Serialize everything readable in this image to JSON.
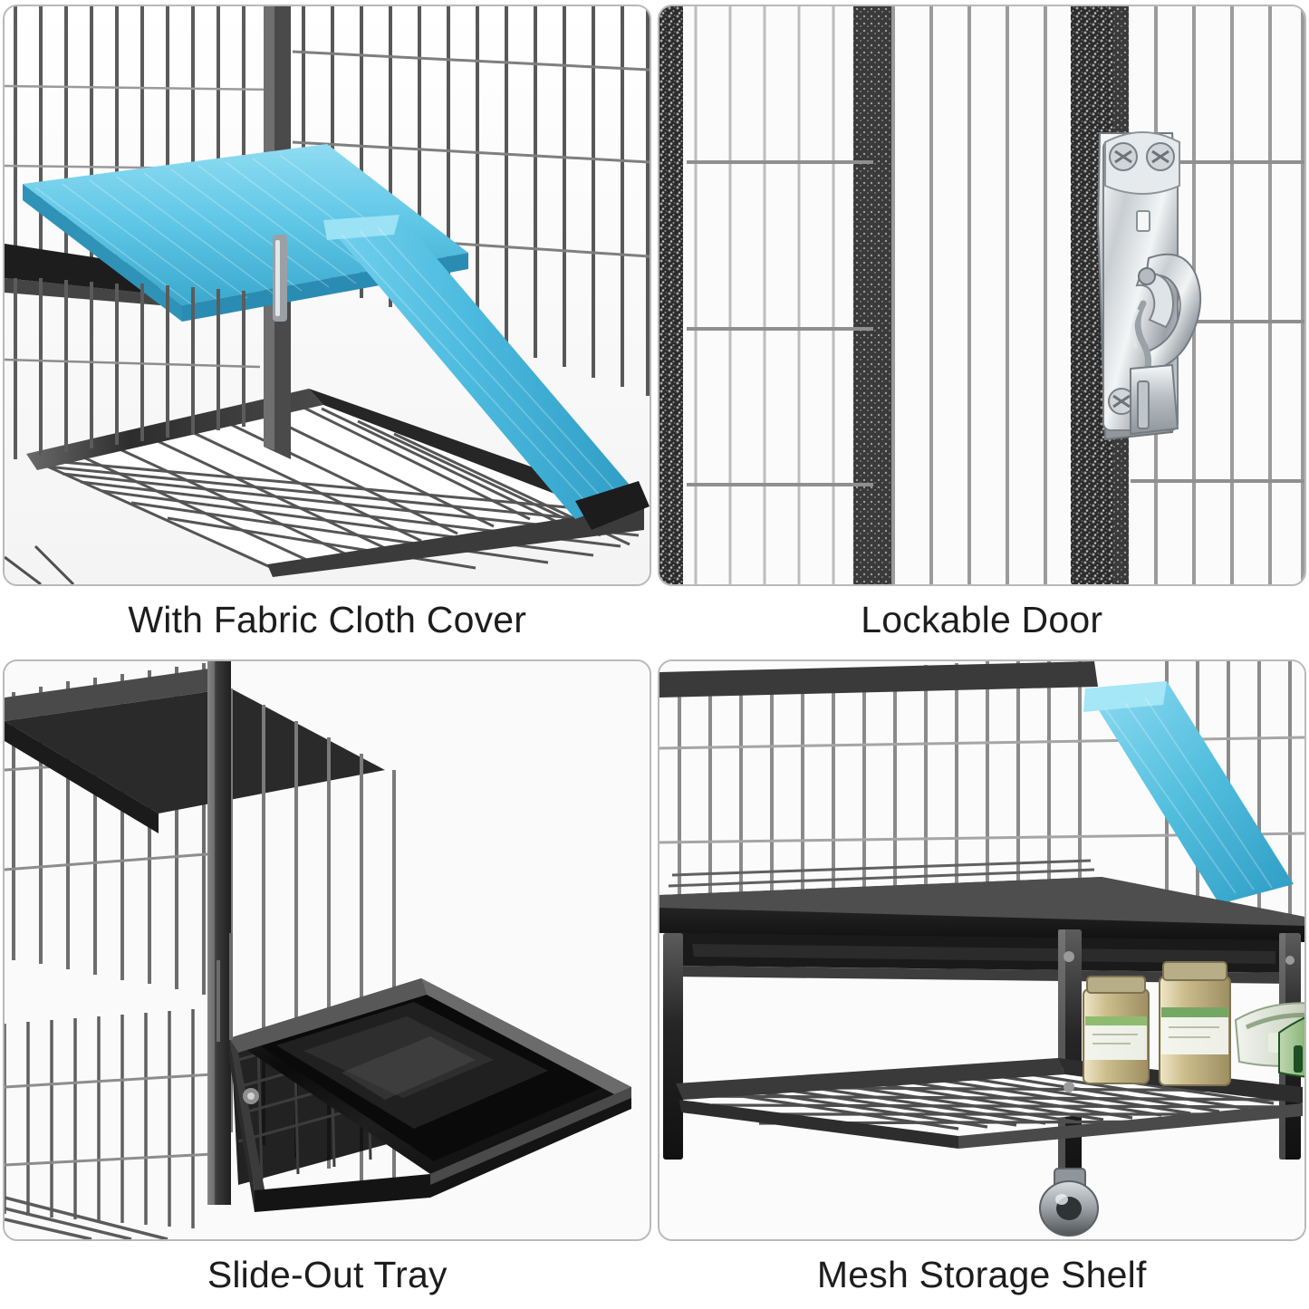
{
  "page": {
    "layout": "2x2 product feature collage",
    "background_color": "#ffffff",
    "border_color": "#b9b9b9"
  },
  "panels": [
    {
      "id": "panel-fabric-cloth-cover",
      "caption": "With Fabric Cloth Cover",
      "scene": "close-up of a wire pet cage corner with a light blue fabric-covered platform shelf and a blue fabric-covered ramp leading down to the mesh floor",
      "colors": {
        "fabric": "#5ec8e8",
        "cage": "#3a3a3a",
        "tray": "#1a1a1a"
      }
    },
    {
      "id": "panel-lockable-door",
      "caption": "Lockable Door",
      "scene": "close-up of a chrome latch lock mechanism mounted on the speckled hammertone black cage door frame",
      "colors": {
        "latch": "#d5d8dc",
        "frame": "#2e2e2e",
        "speckle": "#8c8c8c"
      }
    },
    {
      "id": "panel-slide-out-tray",
      "caption": "Slide-Out Tray",
      "scene": "black glossy plastic slide-out tray pulled partway out from the bottom of the wire cage",
      "colors": {
        "tray": "#0d0d0d",
        "cage": "#3a3a3a"
      }
    },
    {
      "id": "panel-mesh-storage-shelf",
      "caption": "Mesh Storage Shelf",
      "scene": "lower wire mesh storage shelf of the cage stand holding jars and bags of pet food, with a caster wheel at the bottom and a blue ramp above",
      "colors": {
        "shelf": "#3a3a3a",
        "jar": "#cdbd8c",
        "bag_green": "#2f7a3e",
        "ramp": "#4fb8dd"
      }
    }
  ]
}
